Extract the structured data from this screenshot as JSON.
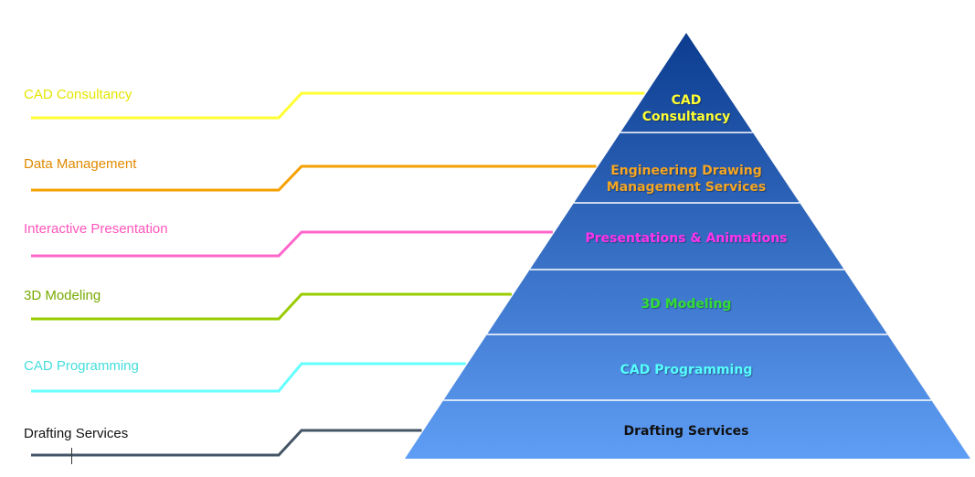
{
  "tiers": [
    {
      "label": "CAD Consultancy",
      "pyramid_lines": [
        "CAD",
        "Consultancy"
      ],
      "line_color": "#ffff33",
      "text_color": "#ffff33",
      "label_color": "#e6e600"
    },
    {
      "label": "Data Management",
      "pyramid_lines": [
        "Engineering Drawing",
        "Management Services"
      ],
      "line_color": "#f5a000",
      "text_color": "#f5a623",
      "label_color": "#e08a00"
    },
    {
      "label": "Interactive Presentation",
      "pyramid_lines": [
        "Presentations & Animations"
      ],
      "line_color": "#ff66cc",
      "text_color": "#ff33ee",
      "label_color": "#ff55bb"
    },
    {
      "label": "3D Modeling",
      "pyramid_lines": [
        "3D Modeling"
      ],
      "line_color": "#99cc00",
      "text_color": "#33dd33",
      "label_color": "#77aa00"
    },
    {
      "label": "CAD Programming",
      "pyramid_lines": [
        "CAD Programming"
      ],
      "line_color": "#66ffff",
      "text_color": "#55ffff",
      "label_color": "#44dddd"
    },
    {
      "label": "Drafting Services",
      "pyramid_lines": [
        "Drafting Services"
      ],
      "line_color": "#445566",
      "text_color": "#111111",
      "label_color": "#111111"
    }
  ],
  "colors": {
    "pyramid_top": "#0b3c8f",
    "pyramid_bottom": "#5f9ef5",
    "band_divider": "#ffffff"
  }
}
